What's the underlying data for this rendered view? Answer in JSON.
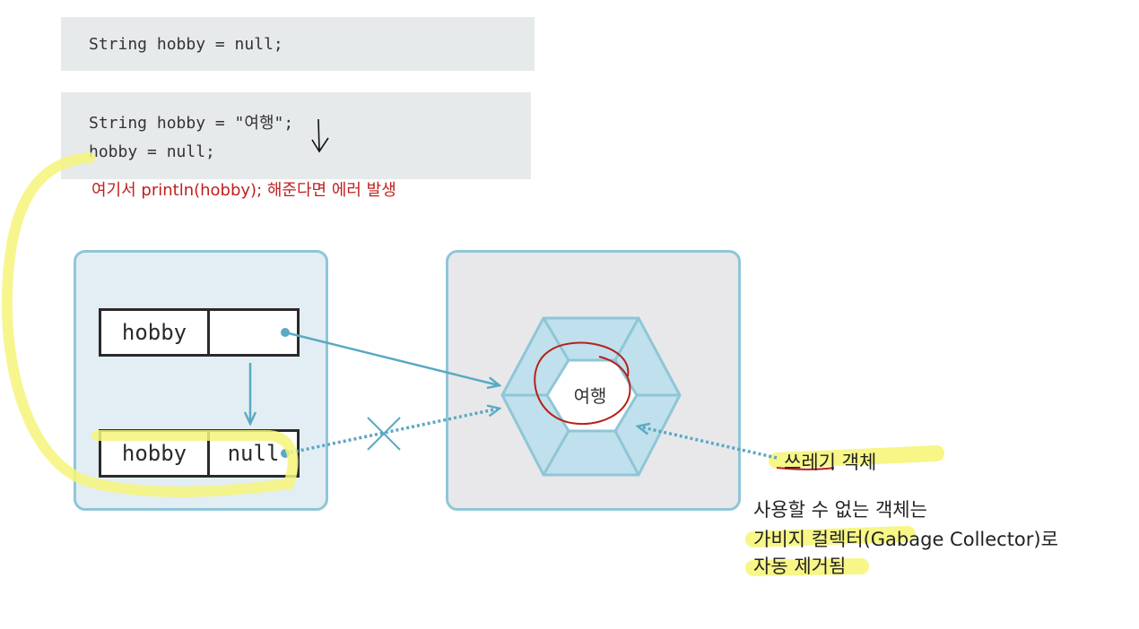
{
  "code_block_1": {
    "line1": "String hobby = null;"
  },
  "code_block_2": {
    "line1": "String hobby = \"여행\";",
    "line2": "hobby = null;"
  },
  "annotation_red": "여기서 println(hobby); 해준다면 에러 발생",
  "stack_diagram": {
    "row1": {
      "name": "hobby",
      "value": ""
    },
    "row2": {
      "name": "hobby",
      "value": "null"
    }
  },
  "heap_object": {
    "label": "여행"
  },
  "garbage_note": {
    "title": "쓰레기 객체",
    "desc_line1": "사용할 수 없는 객체는",
    "desc_line2": "가비지 컬렉터(Gabage Collector)로",
    "desc_line3": "자동 제거됨"
  },
  "colors": {
    "arrow": "#5aa9c2",
    "highlight": "#f6f57a",
    "red_annotation": "#c0201f",
    "hexagon_fill": "#bfe0ec"
  }
}
